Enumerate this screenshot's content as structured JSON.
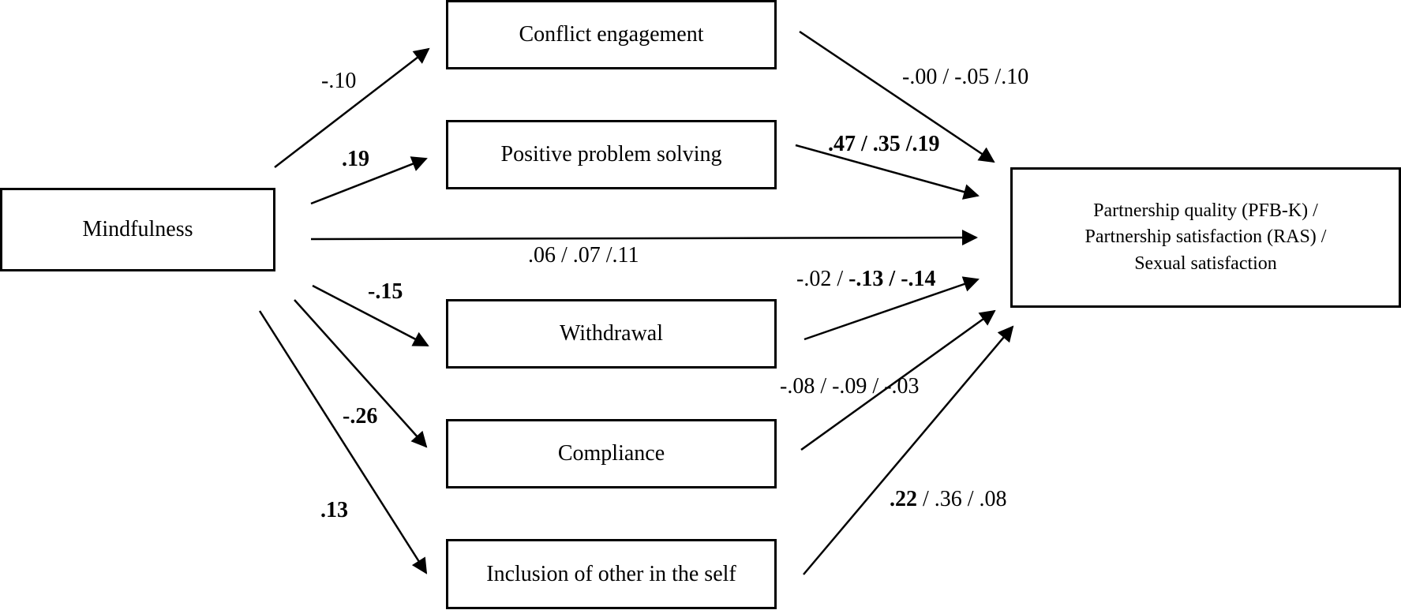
{
  "nodes": {
    "predictor": "Mindfulness",
    "mediators": [
      "Conflict engagement",
      "Positive problem solving",
      "Withdrawal",
      "Compliance",
      "Inclusion of other in the self"
    ],
    "outcome": {
      "line1": "Partnership quality (PFB-K) /",
      "line2": "Partnership satisfaction (RAS) /",
      "line3": "Sexual satisfaction"
    }
  },
  "paths": {
    "a_conflict": "-.10",
    "a_problem": ".19",
    "a_withdrawal": "-.15",
    "a_compliance": "-.26",
    "a_inclusion": ".13",
    "direct": ".06 / .07 /.11",
    "b_conflict": "-.00 / -.05 /.10",
    "b_problem": ".47 / .35 /.19",
    "b_withdrawal_1": "-.02 / ",
    "b_withdrawal_2": "-.13 / -.14",
    "b_compliance": "-.08 / -.09 / -.03",
    "b_inclusion_1": ".22",
    "b_inclusion_2": " / .36 / .08"
  }
}
